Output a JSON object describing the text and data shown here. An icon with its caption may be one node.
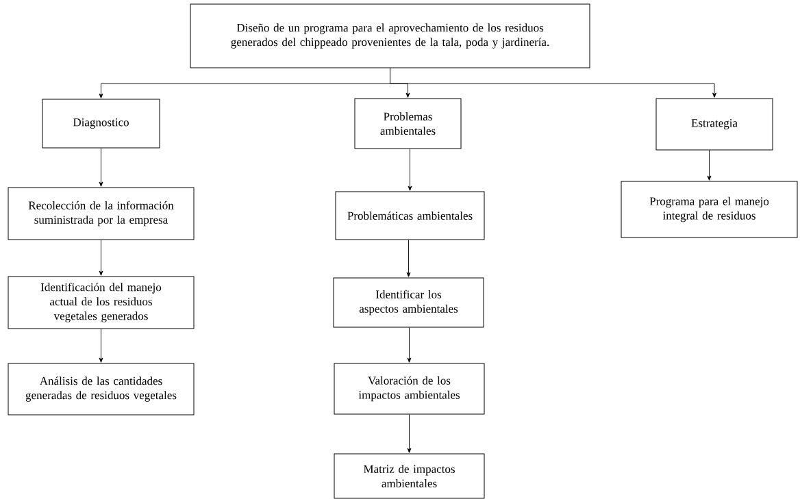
{
  "diagram": {
    "nodes": [
      {
        "text": [
          "Diseño de un programa para el aprovechamiento de los residuos generados del chippeado provenientes de la tala, poda y jardinería."
        ]
      },
      {
        "text": [
          "Diagnostico"
        ]
      },
      {
        "text": [
          "Problemas ambientales"
        ]
      },
      {
        "text": [
          "Estrategia"
        ]
      },
      {
        "text": [
          "Recolección de la información suministrada por la empresa"
        ]
      },
      {
        "text": [
          "Problemáticas ambientales"
        ]
      },
      {
        "text": [
          "Programa para el manejo integral de residuos"
        ]
      },
      {
        "text": [
          "Identificación del manejo actual de los residuos vegetales generados"
        ]
      },
      {
        "text": [
          "Identificar los aspectos ambientales"
        ]
      },
      {
        "text": [
          "Análisis de las cantidades generadas de residuos vegetales"
        ]
      },
      {
        "text": [
          "Valoración de los impactos ambientales"
        ]
      },
      {
        "text": [
          "Matriz de impactos ambientales"
        ]
      }
    ],
    "edges": [
      {
        "from": 0,
        "to": 1,
        "arrow": "to"
      },
      {
        "from": 0,
        "to": 2,
        "arrow": "to"
      },
      {
        "from": 0,
        "to": 3,
        "arrow": "to"
      },
      {
        "from": 1,
        "to": 4,
        "arrow": "to"
      },
      {
        "from": 4,
        "to": 7,
        "arrow": "to"
      },
      {
        "from": 7,
        "to": 9,
        "arrow": "to"
      },
      {
        "from": 2,
        "to": 5,
        "arrow": "to"
      },
      {
        "from": 5,
        "to": 8,
        "arrow": "to"
      },
      {
        "from": 8,
        "to": 10,
        "arrow": "to"
      },
      {
        "from": 10,
        "to": 11,
        "arrow": "to"
      },
      {
        "from": 3,
        "to": 6,
        "arrow": "to"
      }
    ]
  }
}
